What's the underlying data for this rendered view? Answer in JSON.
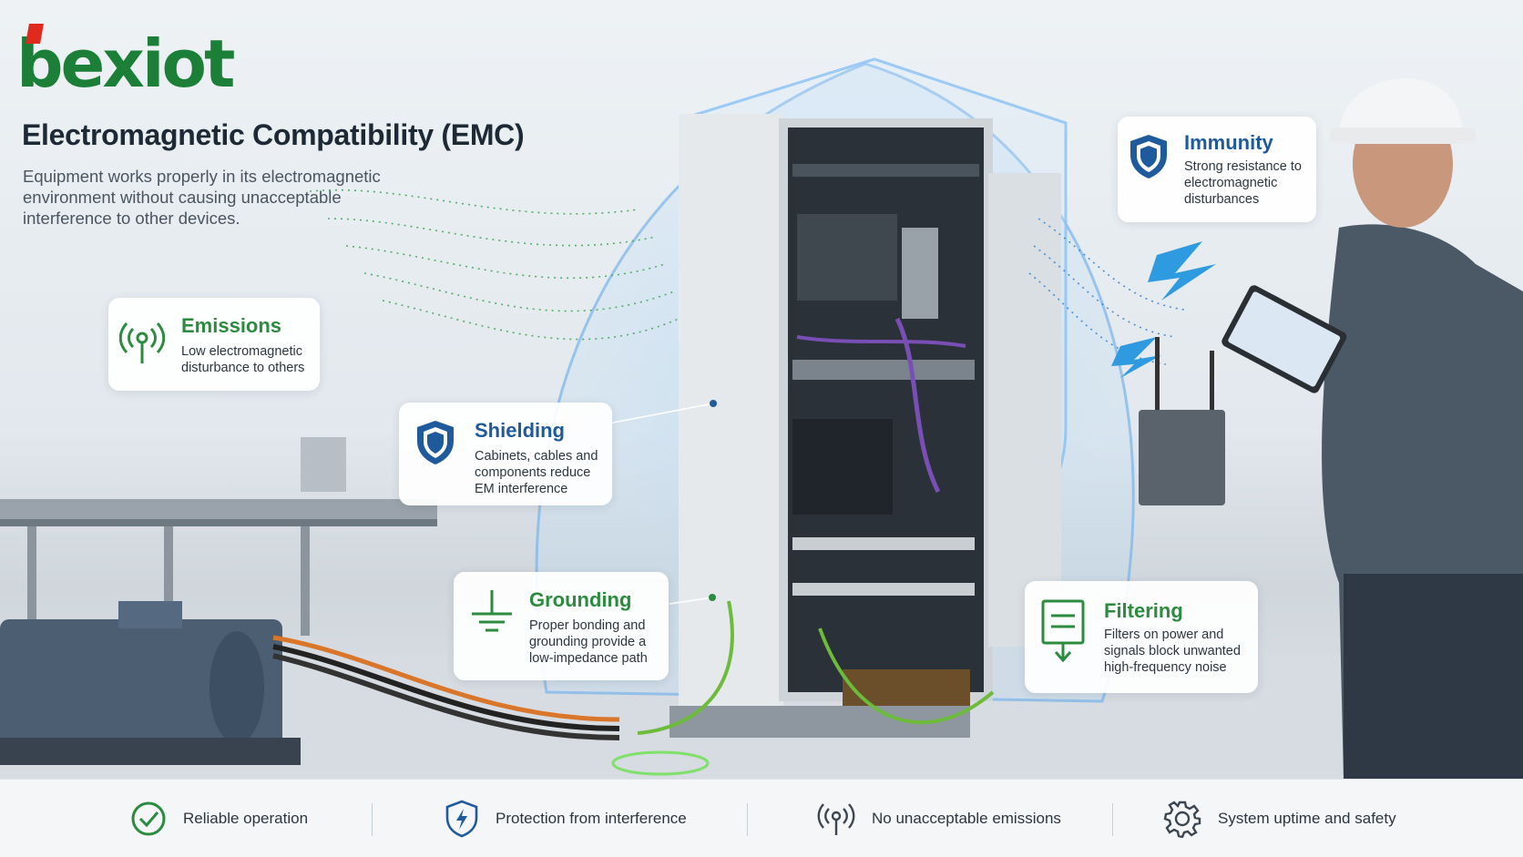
{
  "brand": {
    "logo_text": "bexiot"
  },
  "header": {
    "title": "Electromagnetic Compatibility (EMC)",
    "subtitle": "Equipment works properly in its electromagnetic environment without causing unacceptable interference to other devices."
  },
  "callouts": {
    "emissions": {
      "title": "Emissions",
      "desc_lines": [
        "Low electromagnetic",
        "disturbance to others"
      ],
      "icon": "antenna-signal-icon"
    },
    "shielding": {
      "title": "Shielding",
      "desc_lines": [
        "Cabinets, cables and",
        "components reduce",
        "EM interference"
      ],
      "icon": "shield-icon"
    },
    "grounding": {
      "title": "Grounding",
      "desc_lines": [
        "Proper bonding and",
        "grounding provide a",
        "low-impedance path"
      ],
      "icon": "ground-symbol-icon"
    },
    "immunity": {
      "title": "Immunity",
      "desc_lines": [
        "Strong resistance to",
        "electromagnetic",
        "disturbances"
      ],
      "icon": "shield-icon"
    },
    "filtering": {
      "title": "Filtering",
      "desc_lines": [
        "Filters on power and",
        "signals block unwanted",
        "high-frequency noise"
      ],
      "icon": "filter-icon"
    }
  },
  "benefits": [
    {
      "label": "Reliable operation",
      "icon": "check-circle-icon"
    },
    {
      "label": "Protection from interference",
      "icon": "shield-bolt-icon"
    },
    {
      "label": "No unacceptable emissions",
      "icon": "antenna-signal-icon"
    },
    {
      "label": "System uptime and safety",
      "icon": "gear-icon"
    }
  ],
  "colors": {
    "brand_green": "#1b7f38",
    "accent_green": "#2b8b3f",
    "accent_blue": "#1e5a9c",
    "brand_red": "#e02a1e"
  }
}
